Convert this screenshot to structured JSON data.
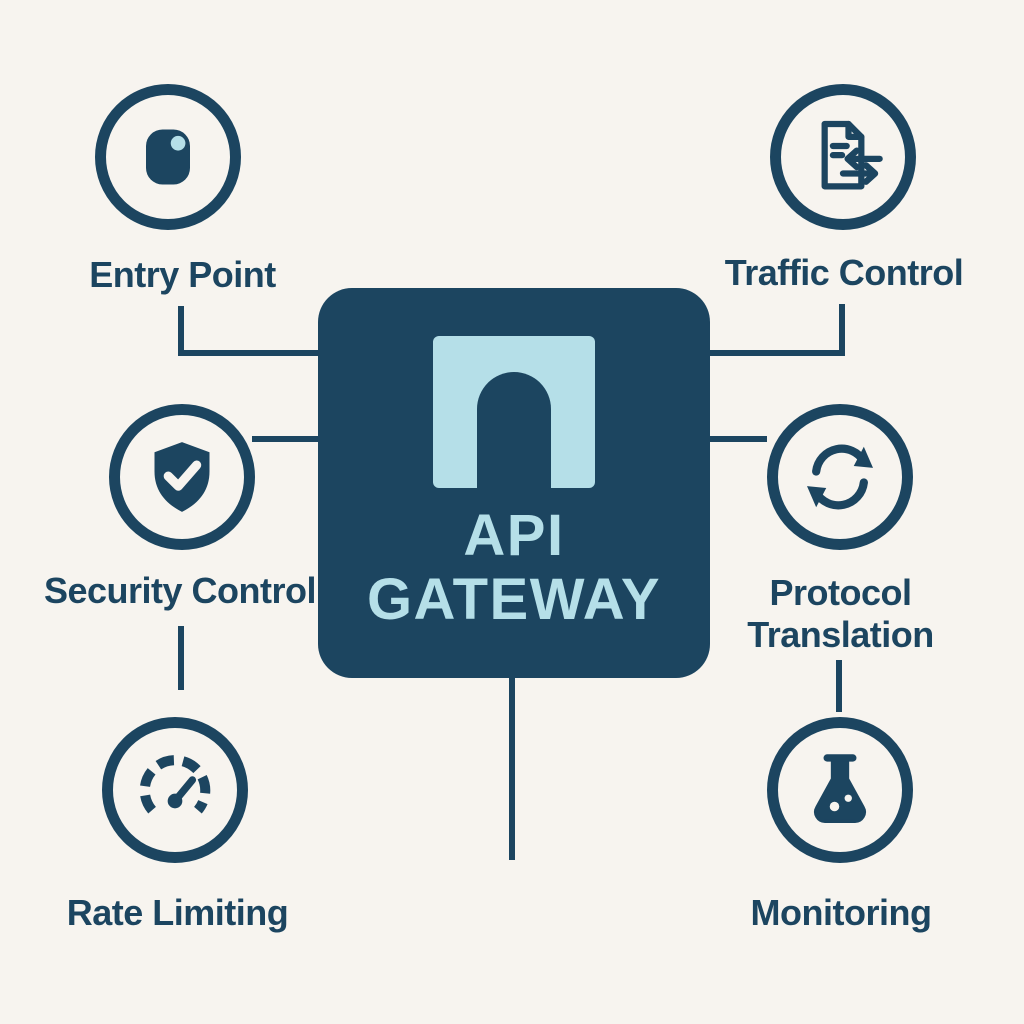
{
  "diagram": {
    "center": {
      "title_line1": "API",
      "title_line2": "GATEWAY"
    },
    "nodes": [
      {
        "id": "entry-point",
        "label": "Entry Point",
        "icon": "door-icon"
      },
      {
        "id": "traffic-control",
        "label": "Traffic Control",
        "icon": "document-arrows-icon"
      },
      {
        "id": "security-control",
        "label": "Security Control",
        "icon": "shield-check-icon"
      },
      {
        "id": "protocol-translation",
        "label": "Protocol Translation",
        "icon": "sync-arrows-icon"
      },
      {
        "id": "rate-limiting",
        "label": "Rate Limiting",
        "icon": "gauge-icon"
      },
      {
        "id": "monitoring",
        "label": "Monitoring",
        "icon": "flask-icon"
      }
    ],
    "colors": {
      "background": "#f7f4ef",
      "primary": "#1c4560",
      "accent": "#b5dfe8"
    }
  }
}
